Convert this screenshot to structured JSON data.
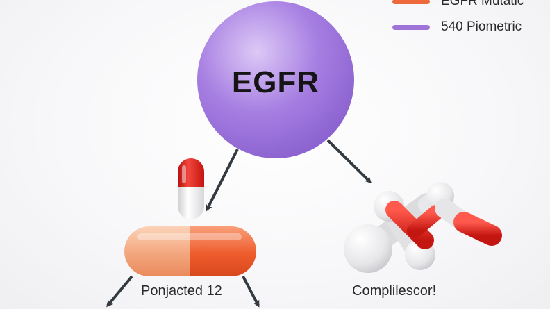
{
  "legend": {
    "items": [
      {
        "label": "EGFR Mutatic",
        "color": "#ee6a3c"
      },
      {
        "label": "540 Piometric",
        "color": "#9f74d8"
      }
    ]
  },
  "nodes": {
    "egfr": {
      "label": "EGFR",
      "color": "#a57fe0"
    },
    "left_drug": {
      "label": "Ponjacted 12"
    },
    "right_drug": {
      "label": "Complilescor!"
    }
  },
  "colors": {
    "pill_red": "#d5201e",
    "pill_white": "#f2f2f2",
    "capsule_light": "#f6b38c",
    "capsule_dark": "#ee6a3c",
    "arrow": "#333a40"
  }
}
